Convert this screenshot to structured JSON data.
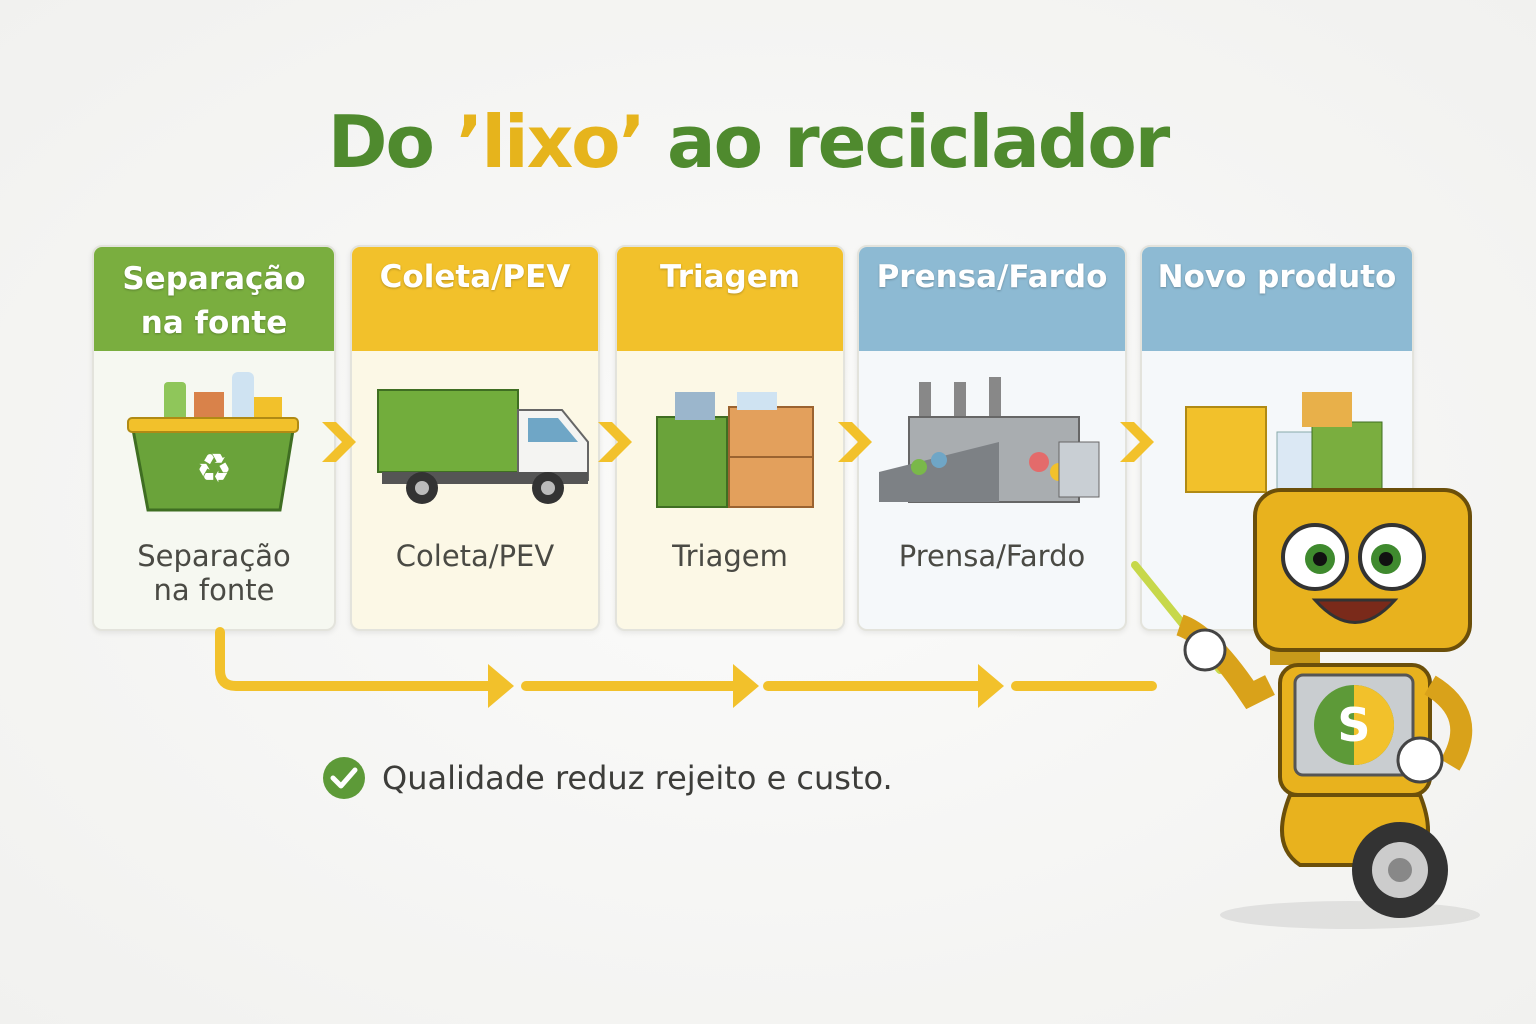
{
  "title": {
    "part1": "Do ",
    "highlight": "’lixo’",
    "part2": " ao reciclador"
  },
  "steps": [
    {
      "header": "Separação na fonte",
      "label": "Separação na fonte",
      "icon": "recycling-bin-icon",
      "color": "#7aae3f"
    },
    {
      "header": "Coleta/PEV",
      "label": "Coleta/PEV",
      "icon": "truck-icon",
      "color": "#f2c12b"
    },
    {
      "header": "Triagem",
      "label": "Triagem",
      "icon": "sorting-icon",
      "color": "#f2c12b"
    },
    {
      "header": "Prensa/Fardo",
      "label": "Prensa/Fardo",
      "icon": "factory-icon",
      "color": "#8dbad3"
    },
    {
      "header": "Novo produto",
      "icon": "products-icon",
      "color": "#8dbad3"
    }
  ],
  "note": {
    "text": "Qualidade reduz rejeito e custo.",
    "icon": "check-circle-icon"
  },
  "mascot": {
    "icon": "robot-mascot-icon",
    "badge": "S"
  }
}
